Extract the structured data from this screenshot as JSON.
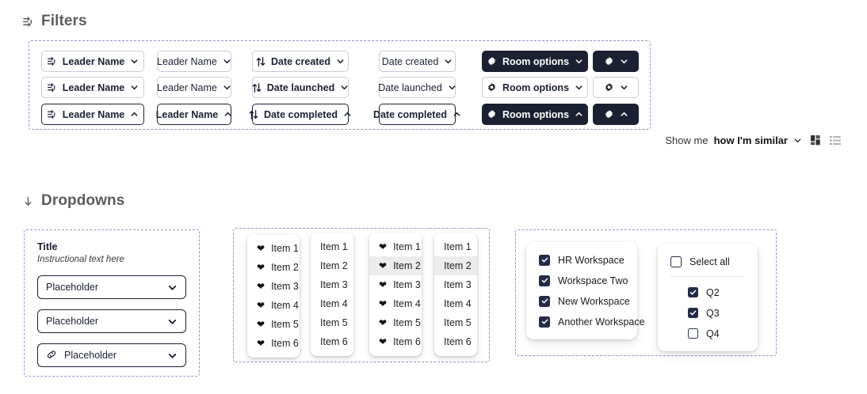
{
  "sections": {
    "filters": {
      "title": "Filters",
      "icon": "sliders-icon"
    },
    "dropdowns": {
      "title": "Dropdowns",
      "icon": "arrow-down-icon"
    }
  },
  "colors": {
    "dark": "#1b2133",
    "dashed_purple": "#9b8fd4",
    "checkbox_navy": "#232b47",
    "selected_row": "#ececed"
  },
  "filters": {
    "rows": [
      {
        "buttons": [
          {
            "label": "Leader Name",
            "style": "light",
            "icon": "sliders-icon",
            "chevron": "down"
          },
          {
            "label": "Leader Name",
            "style": "thin",
            "icon": "none",
            "chevron": "down"
          },
          {
            "label": "Date created",
            "style": "light",
            "icon": "sort-icon",
            "chevron": "down"
          },
          {
            "label": "Date created",
            "style": "thin",
            "icon": "none",
            "chevron": "down"
          },
          {
            "label": "Room options",
            "style": "dark",
            "icon": "gear-icon",
            "chevron": "down"
          },
          {
            "label": "",
            "style": "dark",
            "icon": "gear-icon",
            "chevron": "down"
          }
        ]
      },
      {
        "buttons": [
          {
            "label": "Leader Name",
            "style": "light",
            "icon": "sliders-icon",
            "chevron": "down"
          },
          {
            "label": "Leader Name",
            "style": "thin",
            "icon": "none",
            "chevron": "down"
          },
          {
            "label": "Date launched",
            "style": "light",
            "icon": "sort-icon",
            "chevron": "down"
          },
          {
            "label": "Date launched",
            "style": "thin",
            "icon": "none",
            "chevron": "down"
          },
          {
            "label": "Room options",
            "style": "light",
            "icon": "gear-icon",
            "chevron": "down"
          },
          {
            "label": "",
            "style": "light",
            "icon": "gear-icon",
            "chevron": "down"
          }
        ]
      },
      {
        "buttons": [
          {
            "label": "Leader Name",
            "style": "strong",
            "icon": "sliders-icon",
            "chevron": "up"
          },
          {
            "label": "Leader Name",
            "style": "strong",
            "icon": "none",
            "chevron": "up"
          },
          {
            "label": "Date completed",
            "style": "strong",
            "icon": "sort-icon",
            "chevron": "up"
          },
          {
            "label": "Date completed",
            "style": "strong",
            "icon": "none",
            "chevron": "up"
          },
          {
            "label": "Room options",
            "style": "dark",
            "icon": "gear-icon",
            "chevron": "up"
          },
          {
            "label": "",
            "style": "dark",
            "icon": "gear-icon",
            "chevron": "up"
          }
        ]
      }
    ]
  },
  "show_me": {
    "label": "Show me",
    "value": "how I'm similar",
    "chevron": "down",
    "grid_icon": "grid-view-icon",
    "list_icon": "list-view-icon"
  },
  "dropdown_card": {
    "title": "Title",
    "subtitle": "Instructional text here",
    "selects": [
      {
        "value": "Placeholder",
        "icon": "none",
        "chevron": "down"
      },
      {
        "value": "Placeholder",
        "icon": "none",
        "chevron": "down"
      },
      {
        "value": "Placeholder",
        "icon": "link-icon",
        "chevron": "down"
      }
    ]
  },
  "item_lists": [
    {
      "name": "list-with-hearts",
      "icon": "heart-icon",
      "items": [
        {
          "label": "Item 1",
          "selected": false
        },
        {
          "label": "Item 2",
          "selected": false
        },
        {
          "label": "Item 3",
          "selected": false
        },
        {
          "label": "Item 4",
          "selected": false
        },
        {
          "label": "Item 5",
          "selected": false
        },
        {
          "label": "Item 6",
          "selected": false
        }
      ]
    },
    {
      "name": "list-plain",
      "icon": "none",
      "items": [
        {
          "label": "Item 1",
          "selected": false
        },
        {
          "label": "Item 2",
          "selected": false
        },
        {
          "label": "Item 3",
          "selected": false
        },
        {
          "label": "Item 4",
          "selected": false
        },
        {
          "label": "Item 5",
          "selected": false
        },
        {
          "label": "Item 6",
          "selected": false
        }
      ]
    },
    {
      "name": "list-with-hearts-selected",
      "icon": "heart-icon",
      "items": [
        {
          "label": "Item 1",
          "selected": false
        },
        {
          "label": "Item 2",
          "selected": true
        },
        {
          "label": "Item 3",
          "selected": false
        },
        {
          "label": "Item 4",
          "selected": false
        },
        {
          "label": "Item 5",
          "selected": false
        },
        {
          "label": "Item 6",
          "selected": false
        }
      ]
    },
    {
      "name": "list-plain-selected",
      "icon": "none",
      "items": [
        {
          "label": "Item 1",
          "selected": false
        },
        {
          "label": "Item 2",
          "selected": true
        },
        {
          "label": "Item 3",
          "selected": false
        },
        {
          "label": "Item 4",
          "selected": false
        },
        {
          "label": "Item 5",
          "selected": false
        },
        {
          "label": "Item 6",
          "selected": false
        }
      ]
    }
  ],
  "checkbox_panels": [
    {
      "name": "workspace-checkbox-panel",
      "has_divider": false,
      "rows": [
        {
          "label": "HR Workspace",
          "checked": true,
          "indent": false
        },
        {
          "label": "Workspace Two",
          "checked": true,
          "indent": false
        },
        {
          "label": "New Workspace",
          "checked": true,
          "indent": false
        },
        {
          "label": "Another Workspace",
          "checked": true,
          "indent": false
        }
      ]
    },
    {
      "name": "quarter-checkbox-panel",
      "has_divider": true,
      "divider_after": 1,
      "rows": [
        {
          "label": "Select all",
          "checked": false,
          "indent": false
        },
        {
          "label": "Q2",
          "checked": true,
          "indent": true
        },
        {
          "label": "Q3",
          "checked": true,
          "indent": true
        },
        {
          "label": "Q4",
          "checked": false,
          "indent": true
        }
      ]
    }
  ]
}
